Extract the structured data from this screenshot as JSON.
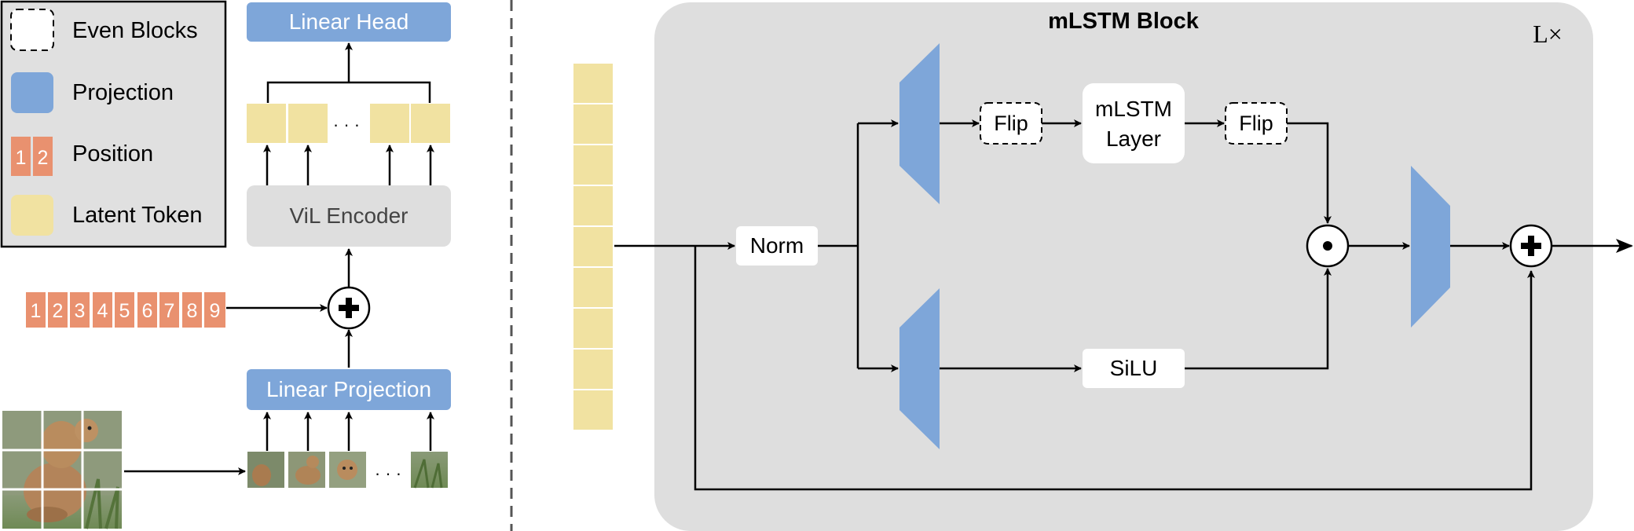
{
  "legend": {
    "items": [
      {
        "label": "Even Blocks",
        "swatch": "dashed-box-icon"
      },
      {
        "label": "Projection",
        "swatch": "projection-swatch-icon"
      },
      {
        "label": "Position",
        "swatch": "position-swatch-icon",
        "digits": [
          "1",
          "2"
        ]
      },
      {
        "label": "Latent Token",
        "swatch": "latent-token-swatch-icon"
      }
    ]
  },
  "left_pipeline": {
    "linear_head": "Linear Head",
    "encoder": "ViL Encoder",
    "linear_projection": "Linear Projection",
    "position_numbers": [
      "1",
      "2",
      "3",
      "4",
      "5",
      "6",
      "7",
      "8",
      "9"
    ],
    "ellipsis": "· · ·",
    "image_icon": "meerkat-image-icon"
  },
  "block": {
    "title": "mLSTM Block",
    "repeat": "L×",
    "norm": "Norm",
    "flip_before": "Flip",
    "mlstm_layer": [
      "mLSTM",
      "Layer"
    ],
    "flip_after": "Flip",
    "silu": "SiLU",
    "multiply_symbol": "⊙",
    "add_symbol": "+"
  },
  "colors": {
    "projection": "#7ea6d9",
    "position": "#e9916f",
    "latent_token": "#f1e2a1",
    "block_bg": "#dedede",
    "encoder_bg": "#dedede",
    "legend_bg": "#e0e0e0"
  }
}
